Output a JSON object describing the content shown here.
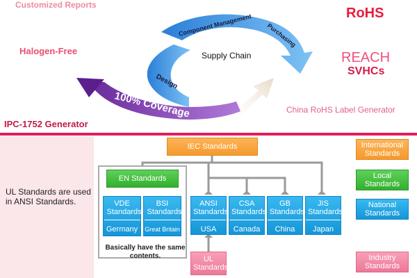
{
  "top": {
    "customized_reports": "Customized Reports",
    "rohs": "RoHS",
    "halogen_free": "Halogen-Free",
    "reach": "REACH",
    "svhcs": "SVHCs",
    "china_rohs": "China RoHS Label Generator",
    "ipc": "IPC-1752 Generator",
    "supply_chain": "Supply Chain",
    "component_management": "Component Management",
    "purchasing": "Purchasing",
    "design": "Design",
    "coverage": "100% Coverage"
  },
  "bottom": {
    "ul_note": "UL Standards are used in ANSI Standards.",
    "same_note": "Basically have the same contents.",
    "iec": "IEC Standards",
    "en": "EN Standards",
    "vde_name": "VDE Standards",
    "vde_country": "Germany",
    "bsi_name": "BSI Standards",
    "bsi_country": "Great Britain",
    "ansi_name": "ANSI Standards",
    "ansi_country": "USA",
    "csa_name": "CSA Standards",
    "csa_country": "Canada",
    "gb_name": "GB Standards",
    "gb_country": "China",
    "jis_name": "JIS Standards",
    "jis_country": "Japan",
    "ul": "UL Standards"
  },
  "legend": {
    "international": "International Standards",
    "local": "Local Standards",
    "national": "National Standards",
    "industry": "Industry Standards"
  },
  "colors": {
    "orange": "#f59a2c",
    "green": "#33b02e",
    "blue": "#1596d8",
    "pink": "#ec7898",
    "accent_red": "#e11c5c"
  }
}
